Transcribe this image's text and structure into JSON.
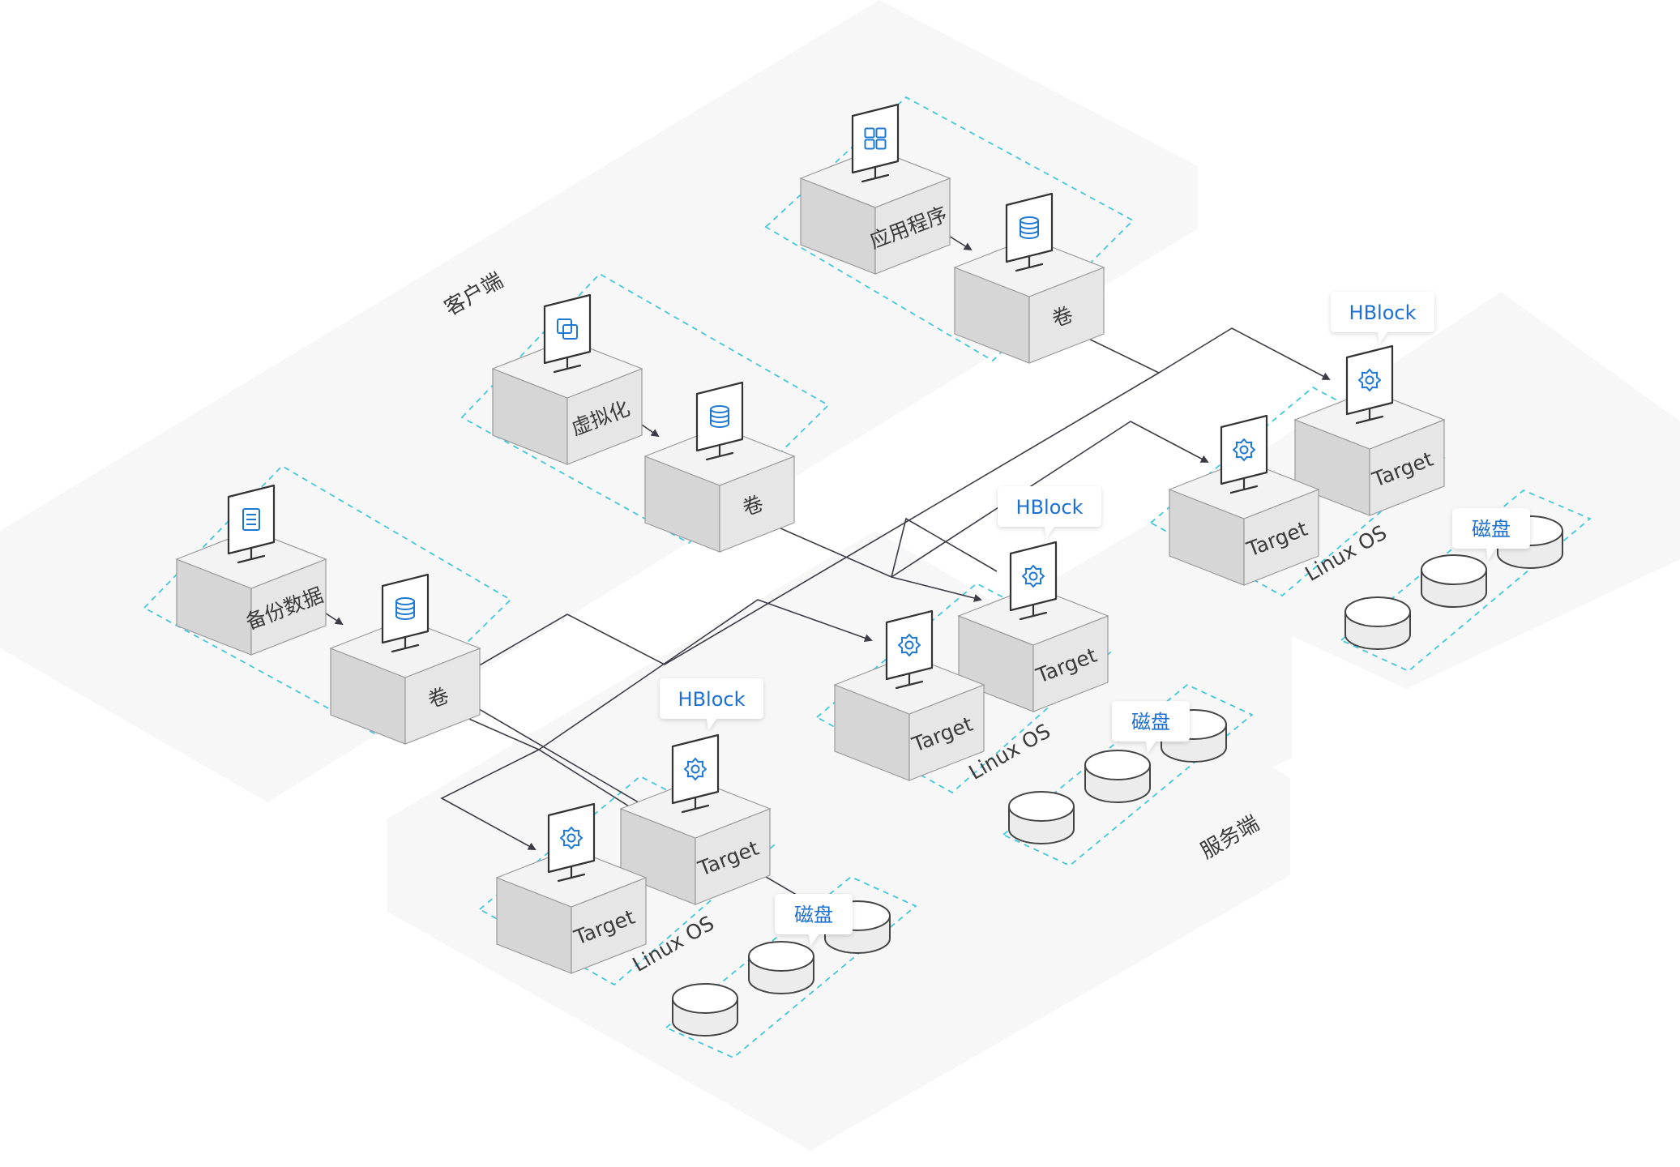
{
  "regions": {
    "client_label": "客户端",
    "server_label": "服务端"
  },
  "client_groups": [
    {
      "app_label": "应用程序",
      "app_icon": "apps-grid-icon",
      "volume_label": "卷",
      "volume_icon": "database-icon"
    },
    {
      "app_label": "虚拟化",
      "app_icon": "virtualization-icon",
      "volume_label": "卷",
      "volume_icon": "database-icon"
    },
    {
      "app_label": "备份数据",
      "app_icon": "document-list-icon",
      "volume_label": "卷",
      "volume_icon": "database-icon"
    }
  ],
  "server_nodes": [
    {
      "callout": "HBlock",
      "target_labels": [
        "Target",
        "Target"
      ],
      "target_icon": "gear-icon",
      "os_label": "Linux OS",
      "disk_callout": "磁盘"
    },
    {
      "callout": "HBlock",
      "target_labels": [
        "Target",
        "Target"
      ],
      "target_icon": "gear-icon",
      "os_label": "Linux OS",
      "disk_callout": "磁盘"
    },
    {
      "callout": "HBlock",
      "target_labels": [
        "Target",
        "Target"
      ],
      "target_icon": "gear-icon",
      "os_label": "Linux OS",
      "disk_callout": "磁盘"
    }
  ],
  "colors": {
    "plate": "#f7f7f7",
    "box_top": "#f3f3f3",
    "box_left": "#d6d6d6",
    "box_right": "#e6e6e6",
    "box_stroke": "#9a9a9a",
    "dash": "#45c6dc",
    "icon_blue": "#1f78d1",
    "line": "#3c3c46",
    "callout_text": "#1d6fd0"
  }
}
